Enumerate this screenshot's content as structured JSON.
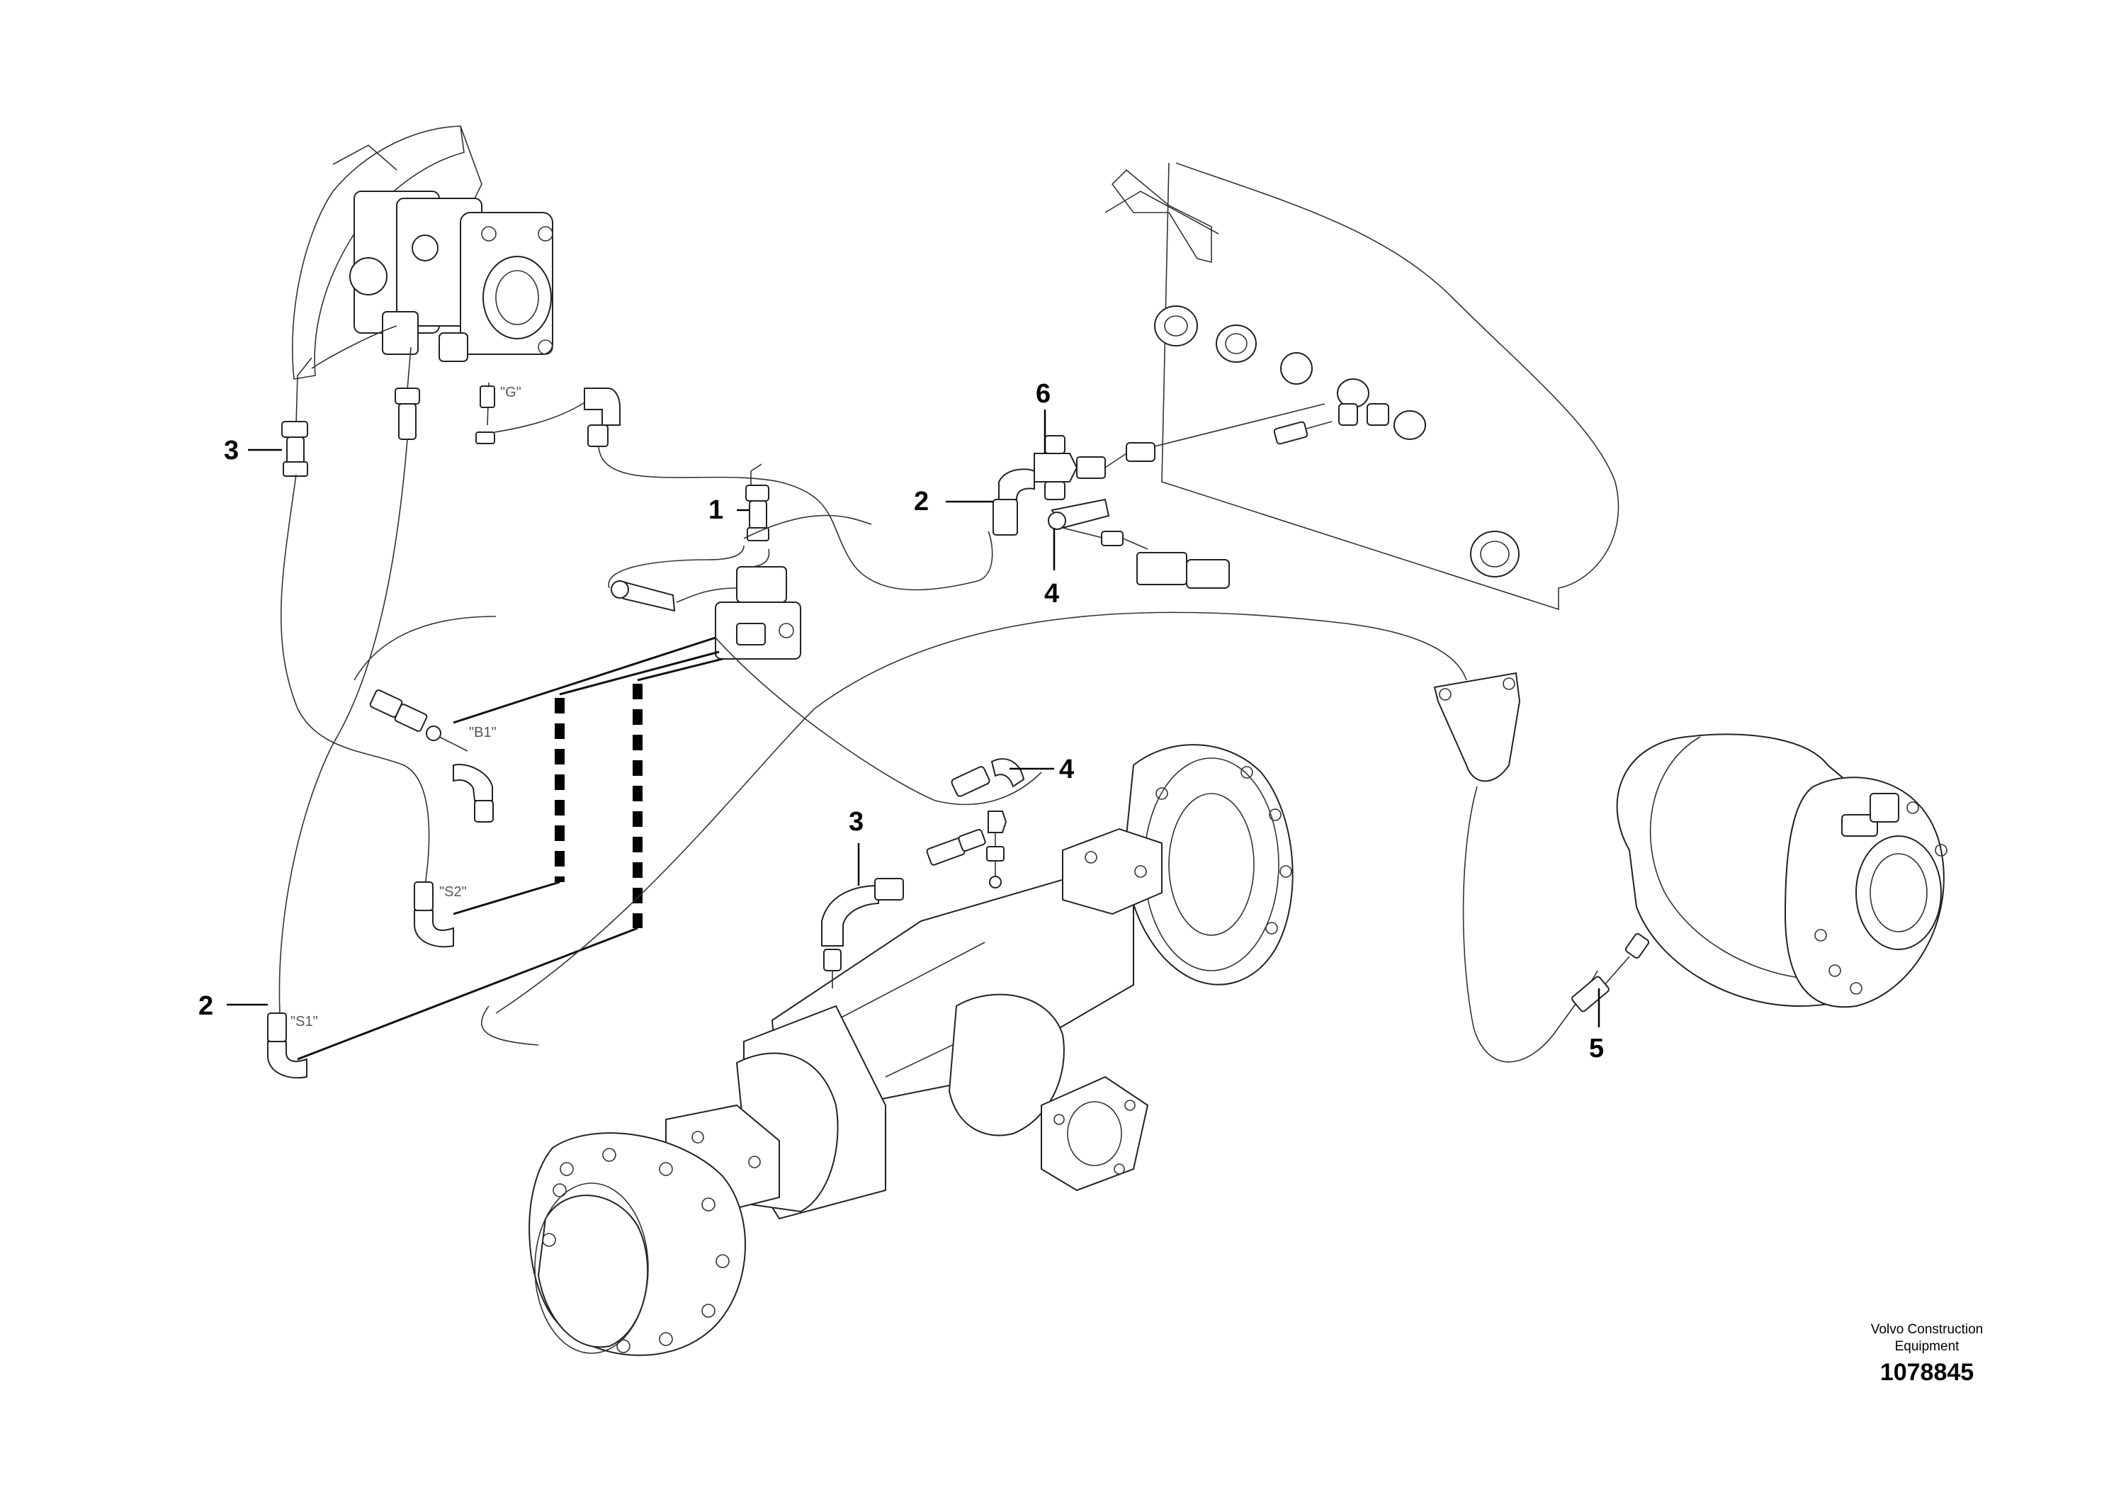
{
  "callouts": [
    "1",
    "2",
    "3",
    "4",
    "5",
    "6"
  ],
  "port_labels": {
    "g": "\"G\"",
    "b1": "\"B1\"",
    "s2": "\"S2\"",
    "s1": "\"S1\""
  },
  "footer": {
    "brand_line1": "Volvo Construction",
    "brand_line2": "Equipment",
    "doc_number": "1078845"
  },
  "colors": {
    "line": "#000000",
    "background": "#ffffff",
    "port_label": "#555555"
  }
}
